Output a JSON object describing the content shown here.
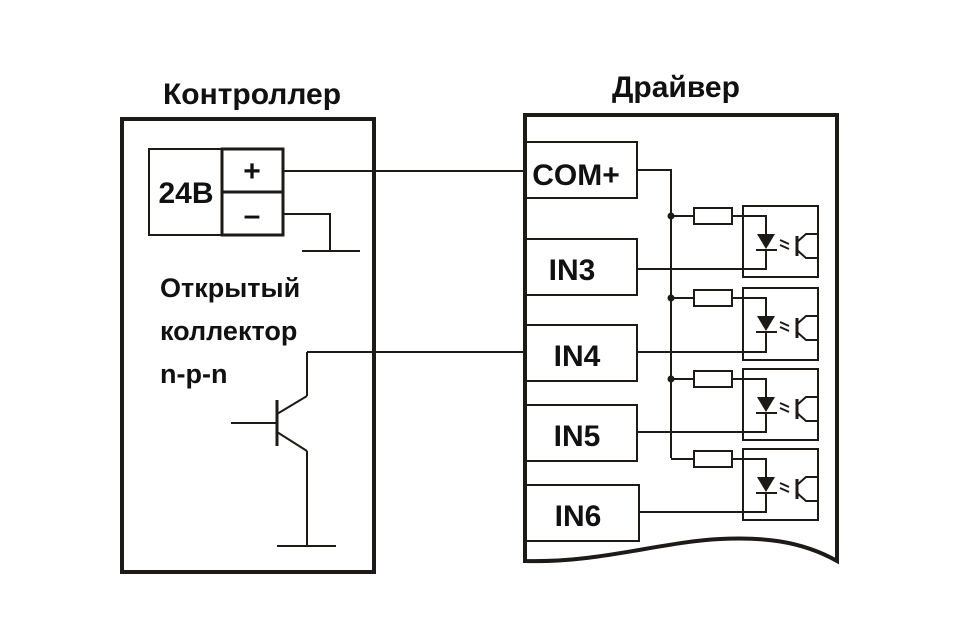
{
  "controller": {
    "title": "Контроллер",
    "power": {
      "label": "24В",
      "plus": "+",
      "minus": "–"
    },
    "output_label": {
      "line1": "Открытый",
      "line2": "коллектор",
      "line3": "n-p-n"
    }
  },
  "driver": {
    "title": "Драйвер",
    "terminals": [
      {
        "id": "com",
        "label": "COM+"
      },
      {
        "id": "in3",
        "label": "IN3"
      },
      {
        "id": "in4",
        "label": "IN4"
      },
      {
        "id": "in5",
        "label": "IN5"
      },
      {
        "id": "in6",
        "label": "IN6"
      }
    ]
  },
  "colors": {
    "line": "#1e1a17",
    "background": "#ffffff"
  }
}
